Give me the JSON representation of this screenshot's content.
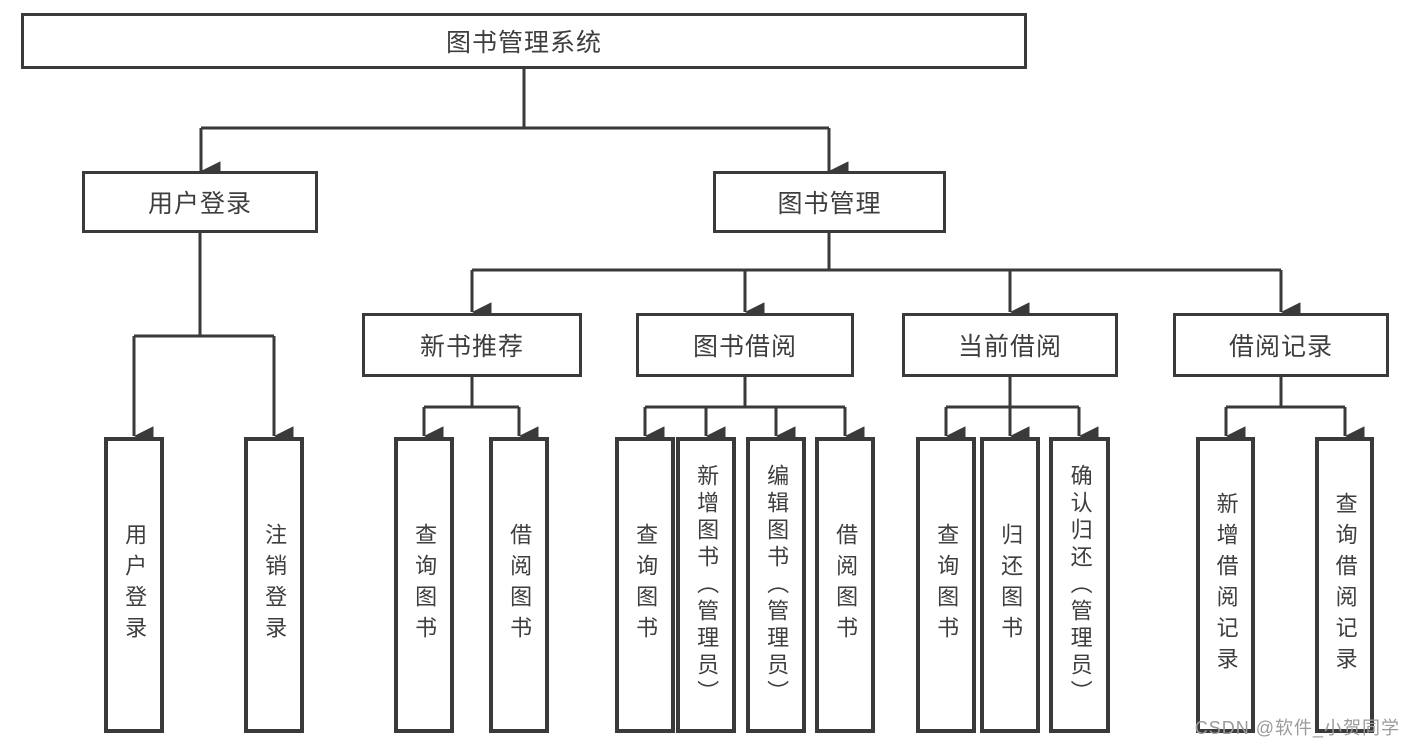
{
  "diagram": {
    "root": {
      "label": "图书管理系统"
    },
    "branches": [
      {
        "label": "用户登录",
        "children": [
          {
            "label": "用户登录"
          },
          {
            "label": "注销登录"
          }
        ]
      },
      {
        "label": "图书管理",
        "children": [
          {
            "label": "新书推荐",
            "children": [
              {
                "label": "查询图书"
              },
              {
                "label": "借阅图书"
              }
            ]
          },
          {
            "label": "图书借阅",
            "children": [
              {
                "label": "查询图书"
              },
              {
                "label": "新增图书（管理员）"
              },
              {
                "label": "编辑图书（管理员）"
              },
              {
                "label": "借阅图书"
              }
            ]
          },
          {
            "label": "当前借阅",
            "children": [
              {
                "label": "查询图书"
              },
              {
                "label": "归还图书"
              },
              {
                "label": "确认归还（管理员）"
              }
            ]
          },
          {
            "label": "借阅记录",
            "children": [
              {
                "label": "新增借阅记录"
              },
              {
                "label": "查询借阅记录"
              }
            ]
          }
        ]
      }
    ]
  },
  "watermark": "CSDN @软件_小贺同学",
  "colors": {
    "line": "#3a3a3a",
    "text": "#3e3e3e",
    "background": "#ffffff",
    "watermark": "#9b9b9b"
  }
}
